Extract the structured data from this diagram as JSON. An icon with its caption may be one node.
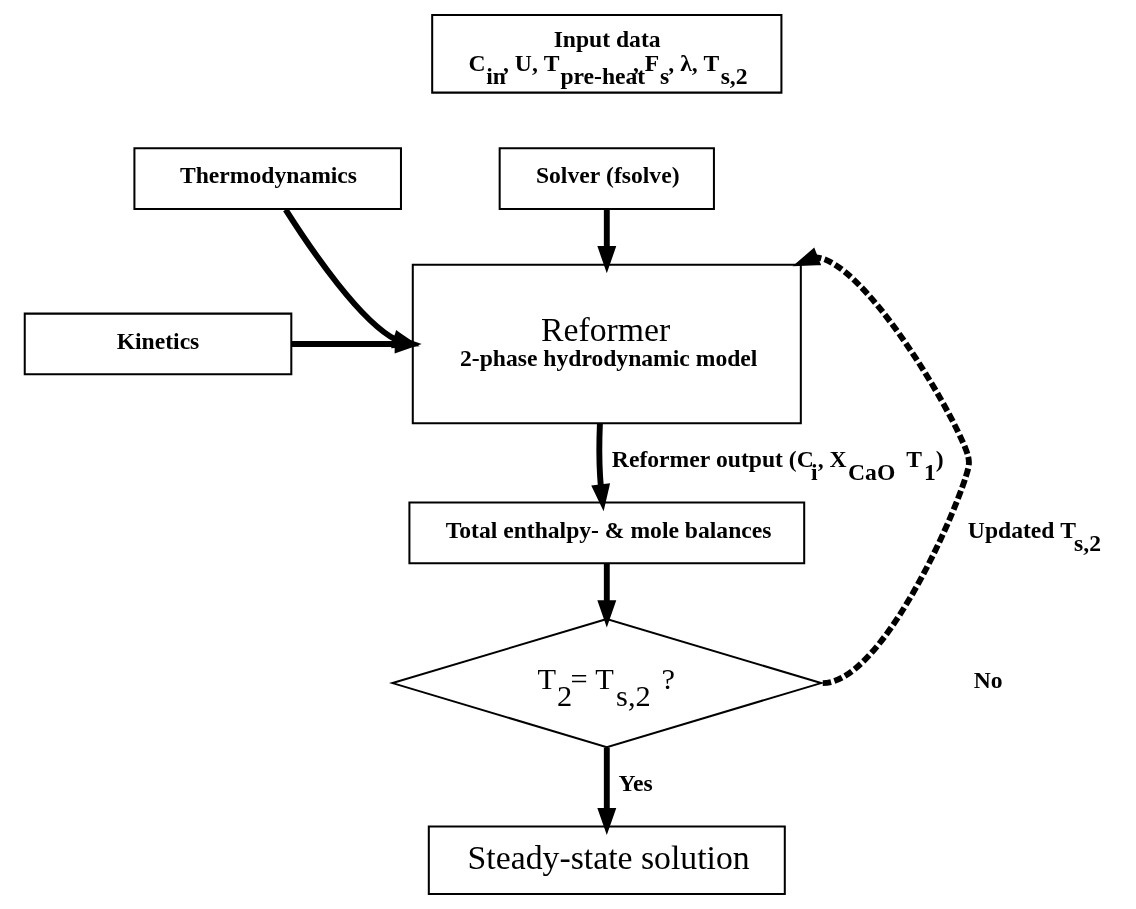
{
  "diagram": {
    "nodes": [
      {
        "text": [
          "Input data",
          "C$_{in}$, U, T$_{pre-heat}$, F$_{s}$, λ, T$_{s,2}$"
        ]
      },
      {
        "text": [
          "Solver (fsolve)"
        ]
      },
      {
        "text": [
          "Thermodynamics"
        ]
      },
      {
        "text": [
          "Kinetics"
        ]
      },
      {
        "text": [
          "Reformer",
          "2-phase hydrodynamic model"
        ]
      },
      {
        "text": [
          "Total enthalpy- & mole balances"
        ]
      },
      {
        "text": [
          "T$_{2}$= T$_{s,2}$ ?"
        ]
      },
      {
        "text": [
          "Steady-state solution"
        ]
      }
    ],
    "edges": [
      {
        "from": 1,
        "to": 4,
        "arrow": "to"
      },
      {
        "from": 2,
        "to": 4,
        "arrow": "to"
      },
      {
        "from": 3,
        "to": 4,
        "arrow": "to"
      },
      {
        "from": 4,
        "to": 5,
        "arrow": "to",
        "label": "Reformer output (C$_{i}$, X$_{CaO}$  T$_{1}$)"
      },
      {
        "from": 5,
        "to": 6,
        "arrow": "to"
      },
      {
        "from": 6,
        "to": 7,
        "arrow": "to",
        "label": "Yes"
      },
      {
        "from": 6,
        "to": 4,
        "arrow": "to",
        "style": "dashed",
        "label": "Updated T$_{s,2}$"
      }
    ],
    "labels": [
      "No"
    ]
  }
}
